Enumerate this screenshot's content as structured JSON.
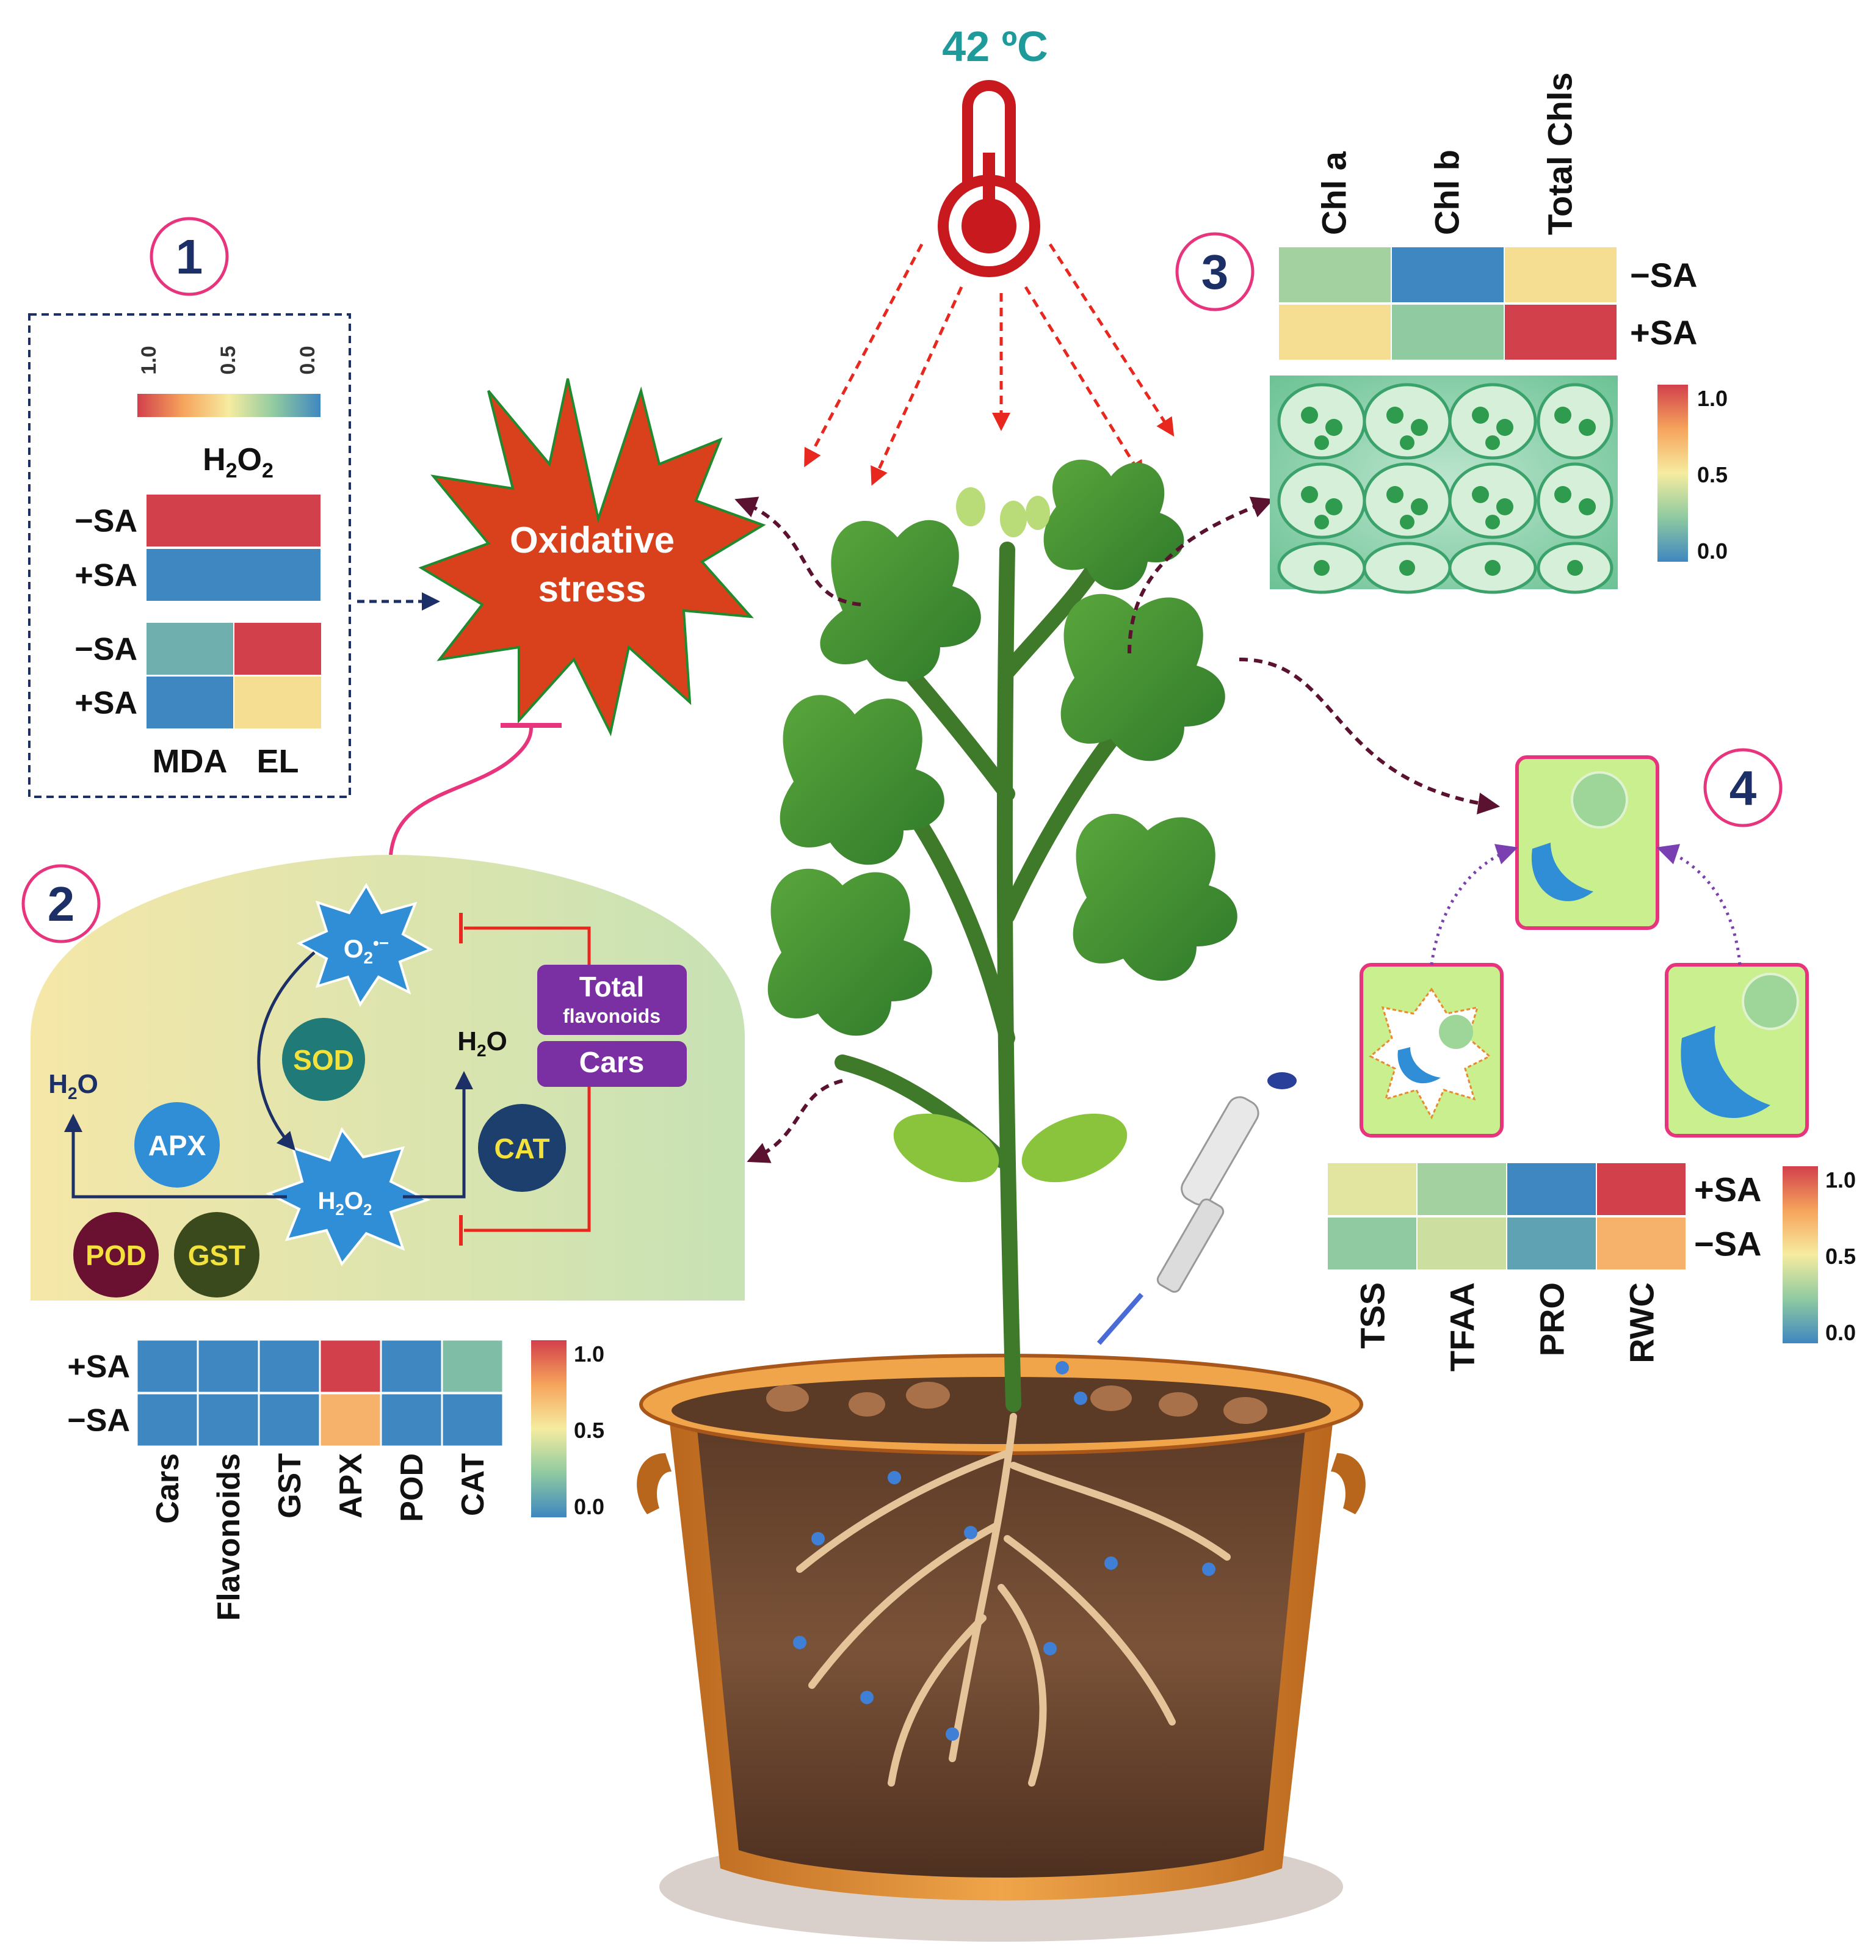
{
  "temperature": {
    "label": "42 ºC"
  },
  "oxidative_stress": {
    "line1": "Oxidative",
    "line2": "stress"
  },
  "panel1": {
    "number": "1",
    "colorbar": {
      "ticks": [
        "1.0",
        "0.5",
        "0.0"
      ]
    },
    "h2o2_title": "H2O2",
    "h2o2_rows": [
      {
        "label": "−SA",
        "value": 1.0
      },
      {
        "label": "+SA",
        "value": 0.0
      }
    ],
    "mda_el_rows": [
      {
        "label": "−SA",
        "values": [
          0.15,
          1.0
        ]
      },
      {
        "label": "+SA",
        "values": [
          0.0,
          0.55
        ]
      }
    ],
    "columns": [
      "MDA",
      "EL"
    ]
  },
  "panel2": {
    "number": "2",
    "superoxide": "O2•−",
    "hydrogen_peroxide": "H2O2",
    "water_left": "H2O",
    "water_right": "H2O",
    "enzymes": {
      "sod": "SOD",
      "apx": "APX",
      "cat": "CAT",
      "pod": "POD",
      "gst": "GST"
    },
    "total_flavonoids": {
      "line1": "Total",
      "line2": "flavonoids"
    },
    "cars": "Cars",
    "heatmap": {
      "rows": [
        {
          "label": "+SA",
          "values": [
            0.0,
            0.0,
            0.0,
            1.0,
            0.0,
            0.2
          ]
        },
        {
          "label": "−SA",
          "values": [
            0.0,
            0.0,
            0.0,
            0.7,
            0.0,
            0.0
          ]
        }
      ],
      "columns": [
        "Cars",
        "Flavonoids",
        "GST",
        "APX",
        "POD",
        "CAT"
      ],
      "colorbar_ticks": [
        "1.0",
        "0.5",
        "0.0"
      ]
    }
  },
  "panel3": {
    "number": "3",
    "columns": [
      "Chl a",
      "Chl b",
      "Total Chls"
    ],
    "rows": [
      {
        "label": "−SA",
        "values": [
          0.3,
          0.0,
          0.55
        ]
      },
      {
        "label": "+SA",
        "values": [
          0.55,
          0.25,
          1.0
        ]
      }
    ],
    "colorbar_ticks": [
      "1.0",
      "0.5",
      "0.0"
    ]
  },
  "panel4": {
    "number": "4",
    "rows": [
      {
        "label": "+SA",
        "values": [
          0.45,
          0.3,
          0.0,
          1.0
        ]
      },
      {
        "label": "−SA",
        "values": [
          0.25,
          0.4,
          0.1,
          0.7
        ]
      }
    ],
    "columns": [
      "TSS",
      "TFAA",
      "PRO",
      "RWC"
    ],
    "colorbar_ticks": [
      "1.0",
      "0.5",
      "0.0"
    ]
  },
  "colors": {
    "high": "#d2404b",
    "mid": "#f8e7a0",
    "low": "#3f87c0",
    "accent_magenta": "#e8337d",
    "arrow_red": "#e8271e",
    "arrow_dark": "#5a1230",
    "temp_text": "#1f9a9a",
    "stress_fill": "#d9411c",
    "purple_box": "#7a2fa3"
  }
}
